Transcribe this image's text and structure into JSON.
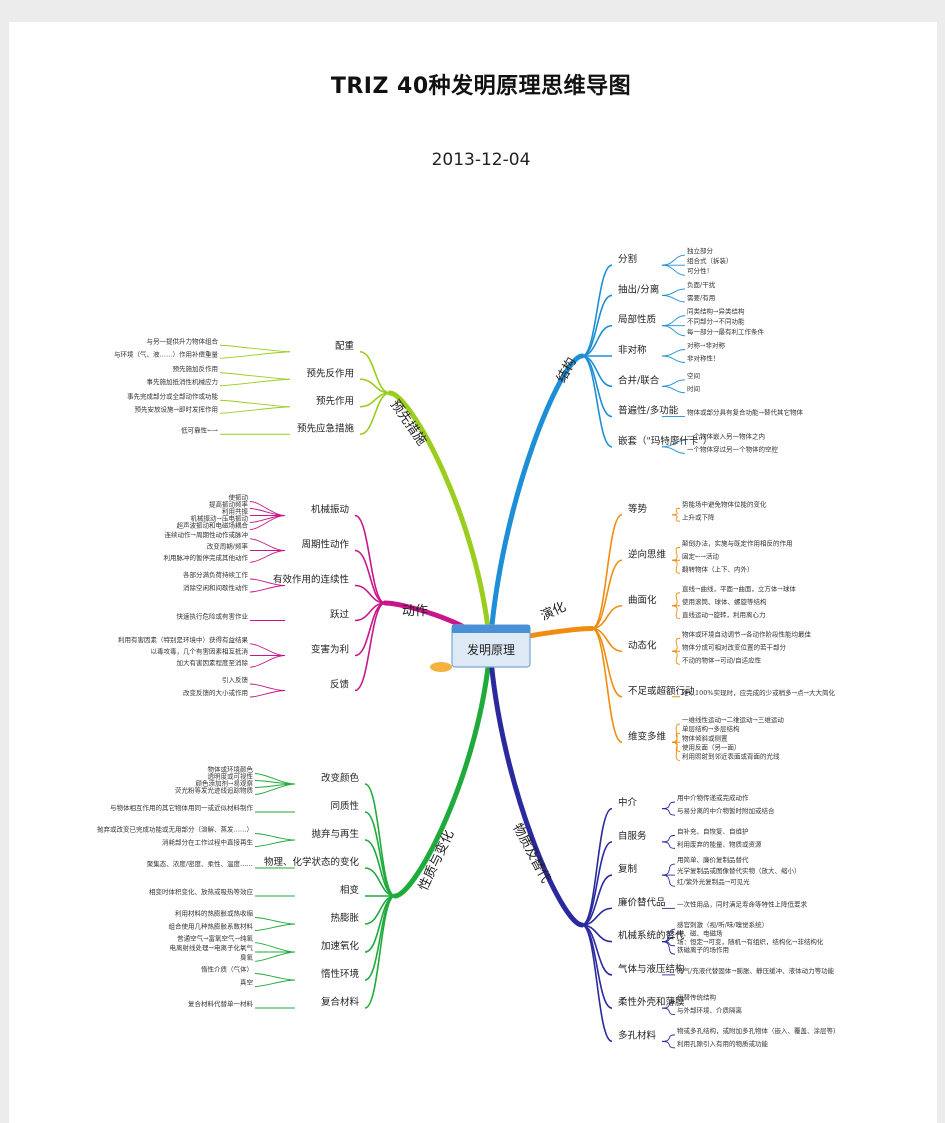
{
  "document": {
    "title": "TRIZ 40种发明原理思维导图",
    "date": "2013-12-04"
  },
  "center": {
    "label": "发明原理"
  },
  "colors": {
    "yellow_green": "#9acd1e",
    "blue": "#1e8fd6",
    "magenta": "#c8158a",
    "orange": "#f08c10",
    "green": "#1faa3c",
    "navy": "#2a2a9e"
  },
  "branches": [
    {
      "label": "预先措施",
      "color": "#9acd1e",
      "subs": [
        {
          "label": "配重",
          "leaves": [
            "与另一提供升力物体组合",
            "与环境（气、液……）作用补偿重量"
          ]
        },
        {
          "label": "预先反作用",
          "leaves": [
            "预先施加反作用",
            "事先施加抵消性机械应力"
          ]
        },
        {
          "label": "预先作用",
          "leaves": [
            "事先完成部分或全部动作或功能",
            "预先安放设施→即时发挥作用"
          ]
        },
        {
          "label": "预先应急措施",
          "leaves": [
            "低可靠性←→"
          ]
        }
      ]
    },
    {
      "label": "结构",
      "color": "#1e8fd6",
      "subs": [
        {
          "label": "分割",
          "leaves": [
            "独立部分",
            "组合式（拆装）",
            "可分性！"
          ]
        },
        {
          "label": "抽出/分离",
          "leaves": [
            "负面/干扰",
            "需要/有用"
          ]
        },
        {
          "label": "局部性质",
          "leaves": [
            "同类结构→异类结构",
            "不同部分→不同功能",
            "每一部分→最有利工作条件"
          ]
        },
        {
          "label": "非对称",
          "leaves": [
            "对称→非对称",
            "非对称性！"
          ]
        },
        {
          "label": "合并/联合",
          "leaves": [
            "空间",
            "时间"
          ]
        },
        {
          "label": "普遍性/多功能",
          "leaves": [
            "物体或部分具有复合功能→替代其它物体"
          ]
        },
        {
          "label": "嵌套（\"玛特廖什卡\"）",
          "leaves": [
            "一个物体嵌入另一物体之内",
            "一个物体穿过另一个物体的空腔"
          ]
        }
      ]
    },
    {
      "label": "动作",
      "color": "#c8158a",
      "subs": [
        {
          "label": "机械振动",
          "leaves": [
            "使振动",
            "提高振动频率",
            "利用共振",
            "机械振动→压电振动",
            "超声波振动和电磁场耦合"
          ]
        },
        {
          "label": "周期性动作",
          "leaves": [
            "连续动作→周期性动作或脉冲",
            "改变周期/频率",
            "利用脉冲的暂停完成其他动作"
          ]
        },
        {
          "label": "有效作用的连续性",
          "leaves": [
            "各部分满负荷持续工作",
            "消除空闲和间歇性动作"
          ]
        },
        {
          "label": "跃过",
          "leaves": [
            "快速执行危险或有害作业"
          ]
        },
        {
          "label": "变害为利",
          "leaves": [
            "利用有害因素（特别是环境中）获得有益结果",
            "以毒攻毒，几个有害因素相互抵消",
            "加大有害因素程度至消除"
          ]
        },
        {
          "label": "反馈",
          "leaves": [
            "引入反馈",
            "改变反馈的大小或作用"
          ]
        }
      ]
    },
    {
      "label": "演化",
      "color": "#f08c10",
      "subs": [
        {
          "label": "等势",
          "leaves": [
            "势能场中避免物体位能的变化",
            "上升或下降"
          ]
        },
        {
          "label": "逆向思维",
          "leaves": [
            "颠倒办法，实施与既定作用相反的作用",
            "固定←→活动",
            "翻转物体（上下、内外）"
          ]
        },
        {
          "label": "曲面化",
          "leaves": [
            "直线→曲线，平面→曲面，立方体→球体",
            "使用滚筒、球体、螺旋等结构",
            "直线运动→旋转，利用离心力"
          ]
        },
        {
          "label": "动态化",
          "leaves": [
            "物体或环境自动调节→各动作阶段性能均最佳",
            "物体分成可相对改变位置的若干部分",
            "不动的物体→可动/自适应性"
          ]
        },
        {
          "label": "不足或超额行动",
          "leaves": [
            "难以100%实现时，应完成的少或稍多→点→大大简化"
          ]
        },
        {
          "label": "维变多维",
          "leaves": [
            "一维线性运动→二维运动→三维运动",
            "单层结构→多层结构",
            "物体倾斜或侧置",
            "使用反面（另一面）",
            "利用照射到邻近表面或背面的光线"
          ]
        }
      ]
    },
    {
      "label": "性质与变化",
      "color": "#1faa3c",
      "subs": [
        {
          "label": "改变颜色",
          "leaves": [
            "物体或环境颜色",
            "透明度或可视性",
            "颜色添加剂→易观察",
            "荧光粉等发光迹线追踪物质"
          ]
        },
        {
          "label": "同质性",
          "leaves": [
            "与物体相互作用的其它物体用同一或近似材料制作"
          ]
        },
        {
          "label": "抛弃与再生",
          "leaves": [
            "抛弃或改变已完成功能或无用部分（溶解、蒸发……）",
            "消耗部分在工作过程中直接再生"
          ]
        },
        {
          "label": "物理、化学状态的变化",
          "leaves": [
            "聚集态、浓度/密度、柔性、温度……"
          ]
        },
        {
          "label": "相变",
          "leaves": [
            "相变时体积变化、放热或吸热等效应"
          ]
        },
        {
          "label": "热膨胀",
          "leaves": [
            "利用材料的热膨胀或热收缩",
            "组合使用几种热膨胀系数材料"
          ]
        },
        {
          "label": "加速氧化",
          "leaves": [
            "普通空气→富氧空气→纯氧",
            "电离射线处理→电离子化氧气",
            "臭氧"
          ]
        },
        {
          "label": "惰性环境",
          "leaves": [
            "惰性介质（气体）",
            "真空"
          ]
        },
        {
          "label": "复合材料",
          "leaves": [
            "复合材料代替单一材料"
          ]
        }
      ]
    },
    {
      "label": "物质及替代",
      "color": "#2a2a9e",
      "subs": [
        {
          "label": "中介",
          "leaves": [
            "用中介物传递或完成动作",
            "与易分离的中介物暂时附加或结合"
          ]
        },
        {
          "label": "自服务",
          "leaves": [
            "自补充、自恢复、自维护",
            "利用废弃的能量、物质或资源"
          ]
        },
        {
          "label": "复制",
          "leaves": [
            "用简单、廉价复制品替代",
            "光学复制品或图像替代实物（放大、缩小）",
            "红/紫外光复制品→可见光"
          ]
        },
        {
          "label": "廉价替代品",
          "leaves": [
            "一次性用品，同时满足寿命等特性上降低要求"
          ]
        },
        {
          "label": "机械系统的替代",
          "leaves": [
            "感官刺激（视/听/味/嗅觉系统）",
            "电、磁、电磁场",
            "场：恒定→可变，随机→有组织，结构化→非结构化",
            "铁磁离子的场作用"
          ]
        },
        {
          "label": "气体与液压结构",
          "leaves": [
            "充气/充液代替固体→膨胀、静压缓冲、液体动力等功能"
          ]
        },
        {
          "label": "柔性外壳和薄膜",
          "leaves": [
            "代替传统结构",
            "与外部环境、介质隔离"
          ]
        },
        {
          "label": "多孔材料",
          "leaves": [
            "物或多孔结构，或附加多孔物体（嵌入、覆盖、涂层等）",
            "利用孔隙引入有用的物质或功能"
          ]
        }
      ]
    }
  ]
}
